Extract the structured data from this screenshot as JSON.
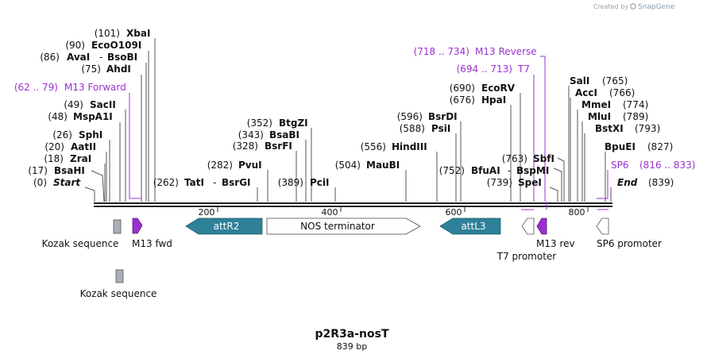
{
  "credit": {
    "prefix": "Created by",
    "brand": "SnapGene"
  },
  "title": "p2R3a-nosT",
  "subtitle": "839 bp",
  "length_bp": 839,
  "scale_ticks": [
    "200",
    "400",
    "600",
    "800"
  ],
  "sites_left": [
    {
      "pos": "(101)",
      "name": "XbaI"
    },
    {
      "pos": "(90)",
      "name": "EcoO109I"
    },
    {
      "pos": "(86)",
      "name": "AvaI",
      "sep": "-",
      "name2": "BsoBI"
    },
    {
      "pos": "(75)",
      "name": "AhdI"
    },
    {
      "pos": "(62 .. 79)",
      "name": "M13 Forward",
      "primer": true
    },
    {
      "pos": "(49)",
      "name": "SacII"
    },
    {
      "pos": "(48)",
      "name": "MspA1I"
    },
    {
      "pos": "(26)",
      "name": "SphI"
    },
    {
      "pos": "(20)",
      "name": "AatII"
    },
    {
      "pos": "(18)",
      "name": "ZraI"
    },
    {
      "pos": "(17)",
      "name": "BsaHI"
    },
    {
      "pos": "(0)",
      "name": "Start",
      "italic": true
    }
  ],
  "sites_mid": [
    {
      "pos": "(262)",
      "name": "TatI",
      "sep": "-",
      "name2": "BsrGI"
    },
    {
      "pos": "(282)",
      "name": "PvuI"
    },
    {
      "pos": "(328)",
      "name": "BsrFI"
    },
    {
      "pos": "(343)",
      "name": "BsaBI"
    },
    {
      "pos": "(352)",
      "name": "BtgZI"
    },
    {
      "pos": "(389)",
      "name": "PciI"
    },
    {
      "pos": "(504)",
      "name": "MauBI"
    },
    {
      "pos": "(556)",
      "name": "HindIII"
    },
    {
      "pos": "(588)",
      "name": "PsiI"
    },
    {
      "pos": "(596)",
      "name": "BsrDI"
    },
    {
      "pos": "(676)",
      "name": "HpaI"
    },
    {
      "pos": "(690)",
      "name": "EcoRV"
    },
    {
      "pos": "(694 .. 713)",
      "name": "T7",
      "primer": true
    },
    {
      "pos": "(718 .. 734)",
      "name": "M13 Reverse",
      "primer": true
    },
    {
      "pos": "(752)",
      "name": "BfuAI",
      "sep": "-",
      "name2": "BspMI"
    },
    {
      "pos": "(739)",
      "name": "SpeI"
    },
    {
      "pos": "(763)",
      "name": "SbfI"
    }
  ],
  "sites_right": [
    {
      "pos": "(765)",
      "name": "SalI"
    },
    {
      "pos": "(766)",
      "name": "AccI"
    },
    {
      "pos": "(774)",
      "name": "MmeI"
    },
    {
      "pos": "(789)",
      "name": "MluI"
    },
    {
      "pos": "(793)",
      "name": "BstXI"
    },
    {
      "pos": "(827)",
      "name": "BpuEI"
    },
    {
      "pos": "(816 .. 833)",
      "name": "SP6",
      "primer": true
    },
    {
      "pos": "(839)",
      "name": "End",
      "italic": true
    }
  ],
  "features": {
    "kozak1": "Kozak sequence",
    "kozak2": "Kozak sequence",
    "m13fwd": "M13 fwd",
    "attr2": "attR2",
    "nos": "NOS terminator",
    "attl3": "attL3",
    "t7": "T7 promoter",
    "m13rev": "M13 rev",
    "sp6": "SP6 promoter"
  },
  "colors": {
    "att": "#2e8198",
    "primer": "#9b30d0",
    "kozak": "#a9b0b8",
    "line": "#222222"
  }
}
